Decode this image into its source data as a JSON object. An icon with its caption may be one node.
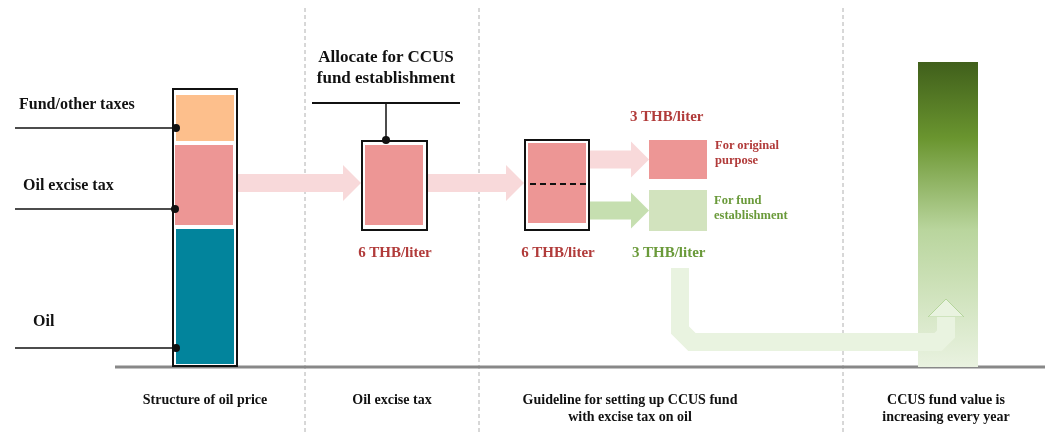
{
  "diagram": {
    "nodes": [
      {
        "text": [
          "Fund/other taxes"
        ]
      },
      {
        "text": [
          "Oil excise tax"
        ]
      },
      {
        "text": [
          "Oil"
        ]
      },
      {
        "text": [],
        "shape": "box"
      },
      {
        "text": [],
        "shape": "box",
        "in": 3
      },
      {
        "text": [],
        "shape": "box",
        "in": 3
      },
      {
        "text": [],
        "shape": "box",
        "in": 3
      },
      {
        "text": [
          "Allocate for CCUS fund establishment"
        ]
      },
      {
        "text": [],
        "shape": "box",
        "beside": [
          "6 THB/liter"
        ]
      },
      {
        "text": [],
        "shape": "box",
        "in": 8
      },
      {
        "text": [],
        "shape": "box",
        "beside": [
          "6 THB/liter"
        ]
      },
      {
        "text": [],
        "shape": "box",
        "in": 10
      },
      {
        "text": [],
        "shape": "box",
        "beside": [
          "3 THB/liter",
          "For original purpose"
        ]
      },
      {
        "text": [],
        "shape": "box",
        "beside": [
          "For fund establishment",
          "3 THB/liter"
        ]
      },
      {
        "text": [],
        "shape": "bar"
      }
    ],
    "edges": [
      {
        "from": 0,
        "to": 4,
        "arrow": "other"
      },
      {
        "from": 1,
        "to": 5,
        "arrow": "other"
      },
      {
        "from": 2,
        "to": 6,
        "arrow": "other"
      },
      {
        "from": 7,
        "to": 8,
        "arrow": "other"
      },
      {
        "from": 3,
        "to": 8,
        "arrow": "to",
        "color": "#f8d9da"
      },
      {
        "from": 8,
        "to": 10,
        "arrow": "to",
        "color": "#f8d9da"
      },
      {
        "from": 10,
        "to": 12,
        "arrow": "to",
        "color": "#f8d9da"
      },
      {
        "from": 10,
        "to": 13,
        "arrow": "to",
        "color": "#c6dfb0"
      },
      {
        "from": 13,
        "to": 14,
        "arrow": "to",
        "color": "#e9f3e0"
      }
    ],
    "labels": [
      "Structure of oil price",
      "Oil excise tax",
      "Guideline for setting up CCUS fund with excise tax on oil",
      "CCUS fund value is increasing every year"
    ]
  }
}
